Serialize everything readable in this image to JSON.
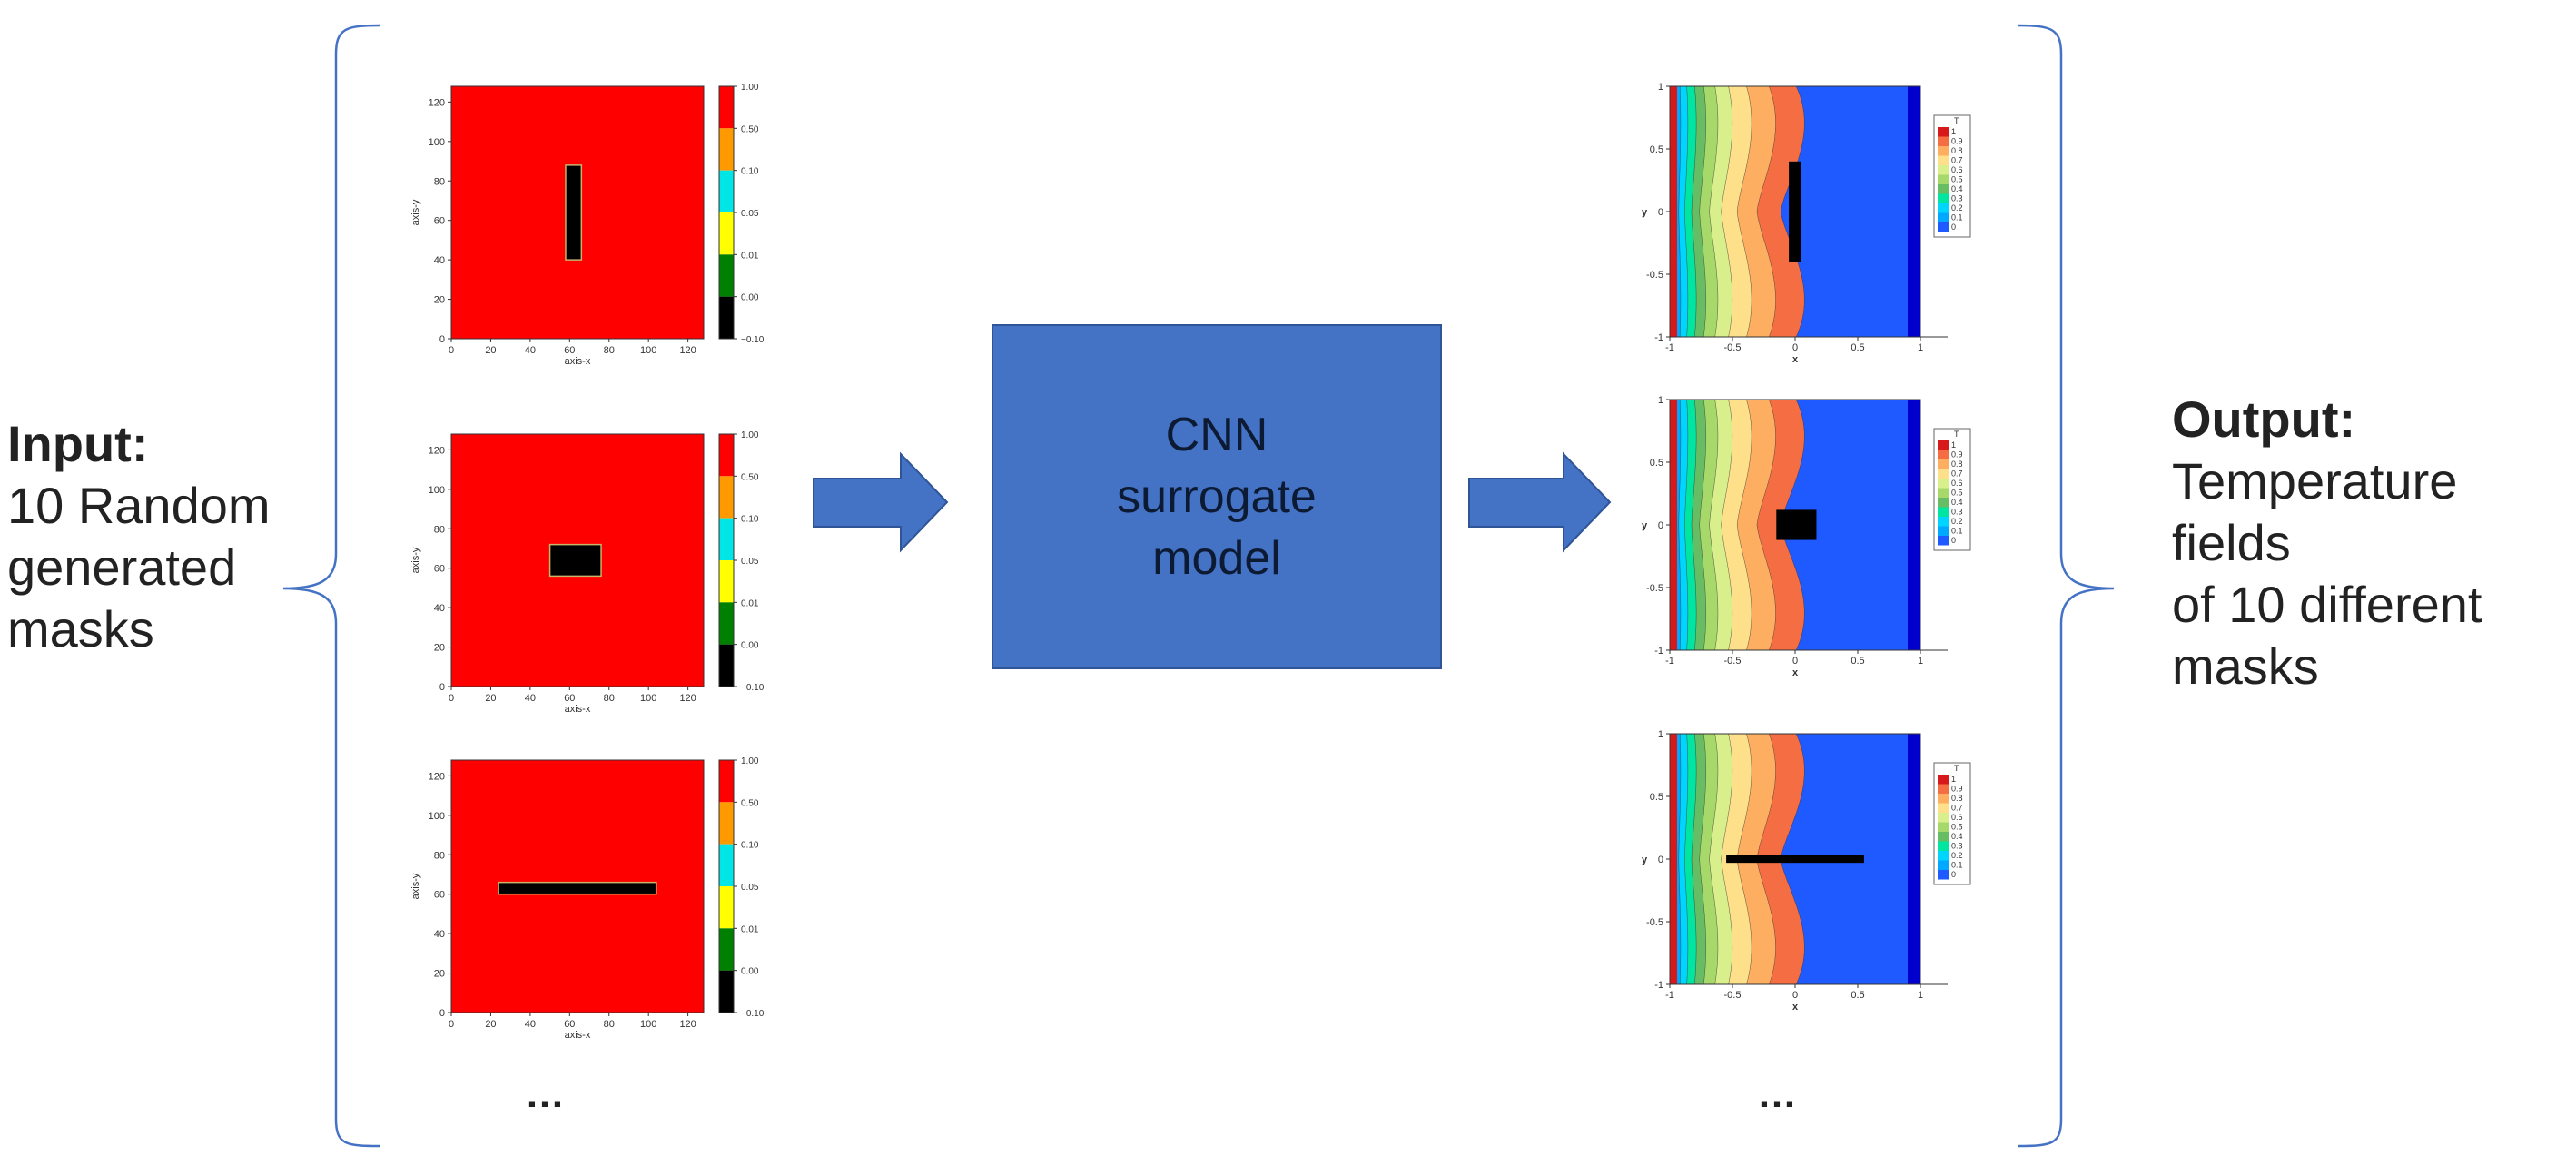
{
  "input_label": {
    "title": "Input:",
    "lines": [
      "10 Random",
      "generated",
      "masks"
    ]
  },
  "output_label": {
    "title": "Output:",
    "lines": [
      "Temperature fields",
      "of 10 different",
      "masks"
    ]
  },
  "model_box": {
    "lines": [
      "CNN",
      "surrogate",
      "model"
    ],
    "color": "#4472C4"
  },
  "ellipsis": "…",
  "mask_plots": {
    "x_ticks": [
      "0",
      "20",
      "40",
      "60",
      "80",
      "100",
      "120"
    ],
    "y_ticks": [
      "0",
      "20",
      "40",
      "60",
      "80",
      "100",
      "120"
    ],
    "xlabel": "axis-x",
    "ylabel": "axis-y",
    "colorbar_ticks": [
      "1.00",
      "0.50",
      "0.10",
      "0.05",
      "0.01",
      "0.00",
      "−0.10"
    ],
    "colorbar_colors": [
      "#ff0000",
      "#ff9900",
      "#00e5e5",
      "#ffff00",
      "#008000",
      "#000000"
    ],
    "masks": [
      {
        "x0": 58,
        "x1": 66,
        "y0": 40,
        "y1": 88
      },
      {
        "x0": 50,
        "x1": 76,
        "y0": 56,
        "y1": 72
      },
      {
        "x0": 24,
        "x1": 104,
        "y0": 60,
        "y1": 66
      }
    ]
  },
  "temp_plots": {
    "x_ticks": [
      "-1",
      "-0.5",
      "0",
      "0.5",
      "1"
    ],
    "y_ticks": [
      "1",
      "0.5",
      "0",
      "-0.5",
      "-1"
    ],
    "xlabel": "x",
    "ylabel": "y",
    "legend_title": "T",
    "legend_values": [
      "1",
      "0.9",
      "0.8",
      "0.7",
      "0.6",
      "0.5",
      "0.4",
      "0.3",
      "0.2",
      "0.1",
      "0"
    ],
    "legend_colors": [
      "#d7191c",
      "#f46d43",
      "#fdae61",
      "#fee08b",
      "#d9ef8b",
      "#a6d96a",
      "#66bd63",
      "#00e5a0",
      "#00d5ff",
      "#00a8ff",
      "#1e5aff",
      "#0000cc"
    ],
    "obstacles": [
      {
        "x0": -0.05,
        "x1": 0.05,
        "y0": -0.4,
        "y1": 0.4
      },
      {
        "x0": -0.15,
        "x1": 0.17,
        "y0": -0.12,
        "y1": 0.12
      },
      {
        "x0": -0.55,
        "x1": 0.55,
        "y0": -0.03,
        "y1": 0.03
      }
    ]
  }
}
